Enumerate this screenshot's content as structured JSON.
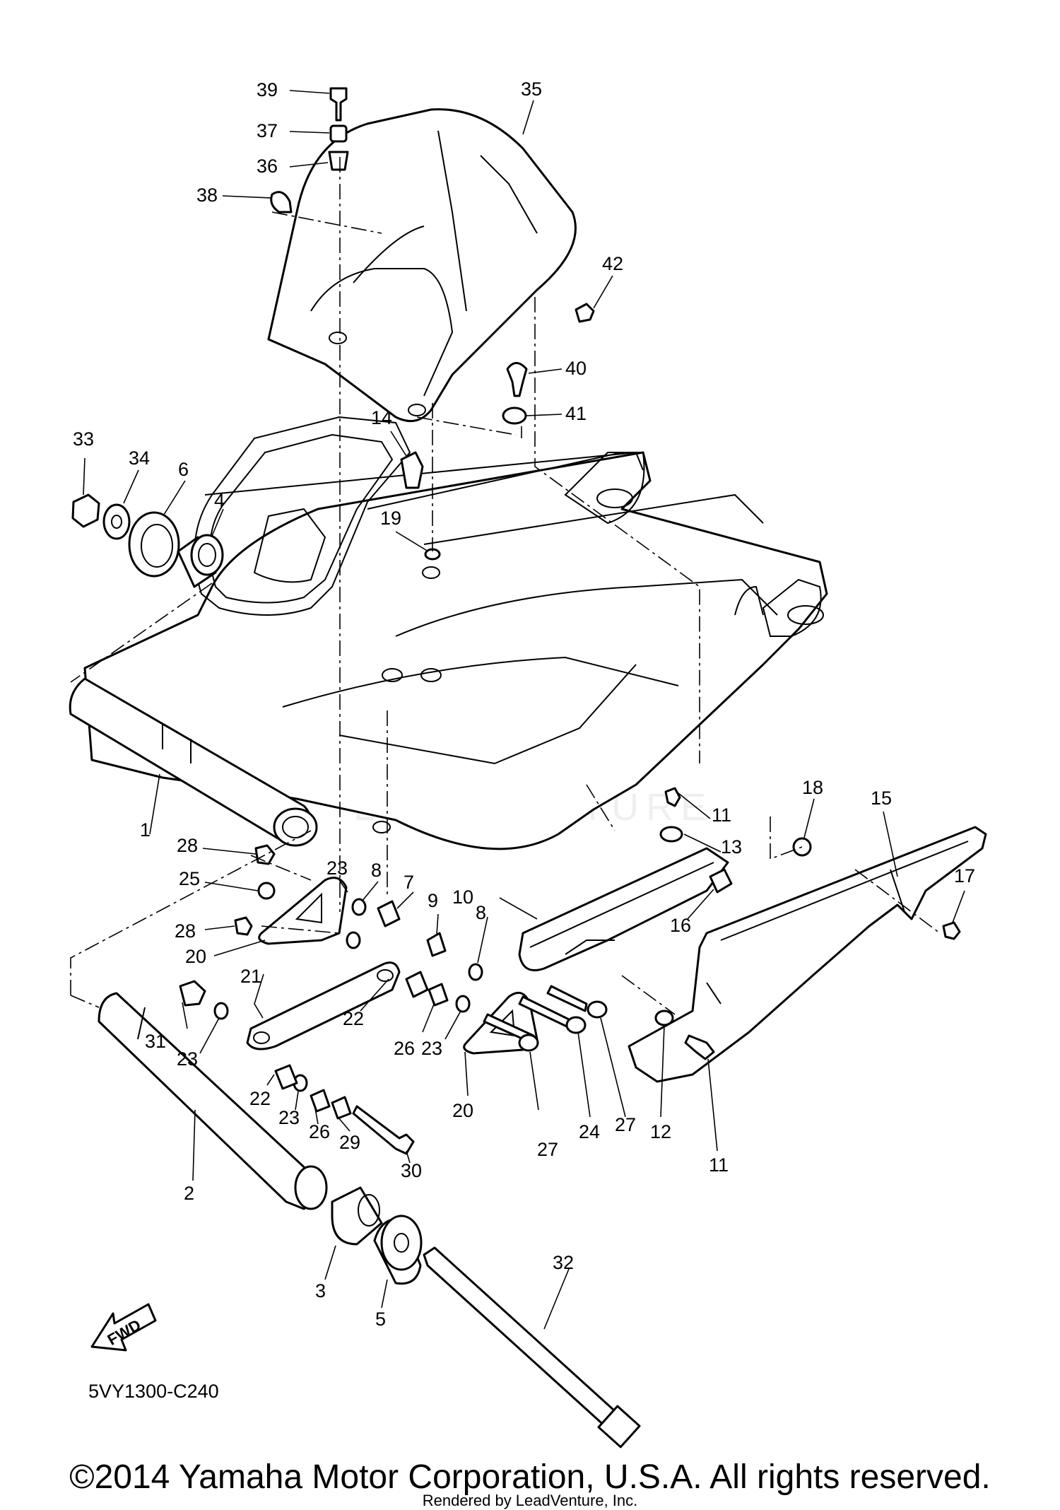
{
  "diagram_code": "5VY1300-C240",
  "fwd_label": "FWD",
  "watermark": "LEADVENTURE",
  "copyright": "©2014 Yamaha Motor Corporation, U.S.A. All rights reserved.",
  "rendered_by": "Rendered by LeadVenture, Inc.",
  "callouts": [
    {
      "id": "1",
      "label": "1"
    },
    {
      "id": "2",
      "label": "2"
    },
    {
      "id": "3",
      "label": "3"
    },
    {
      "id": "4",
      "label": "4"
    },
    {
      "id": "5",
      "label": "5"
    },
    {
      "id": "6",
      "label": "6"
    },
    {
      "id": "7",
      "label": "7"
    },
    {
      "id": "8a",
      "label": "8"
    },
    {
      "id": "8b",
      "label": "8"
    },
    {
      "id": "9",
      "label": "9"
    },
    {
      "id": "10",
      "label": "10"
    },
    {
      "id": "11a",
      "label": "11"
    },
    {
      "id": "11b",
      "label": "11"
    },
    {
      "id": "12",
      "label": "12"
    },
    {
      "id": "13",
      "label": "13"
    },
    {
      "id": "14",
      "label": "14"
    },
    {
      "id": "15",
      "label": "15"
    },
    {
      "id": "16",
      "label": "16"
    },
    {
      "id": "17",
      "label": "17"
    },
    {
      "id": "18",
      "label": "18"
    },
    {
      "id": "19",
      "label": "19"
    },
    {
      "id": "20a",
      "label": "20"
    },
    {
      "id": "20b",
      "label": "20"
    },
    {
      "id": "21",
      "label": "21"
    },
    {
      "id": "22a",
      "label": "22"
    },
    {
      "id": "22b",
      "label": "22"
    },
    {
      "id": "23a",
      "label": "23"
    },
    {
      "id": "23b",
      "label": "23"
    },
    {
      "id": "23c",
      "label": "23"
    },
    {
      "id": "23d",
      "label": "23"
    },
    {
      "id": "24",
      "label": "24"
    },
    {
      "id": "25",
      "label": "25"
    },
    {
      "id": "26a",
      "label": "26"
    },
    {
      "id": "26b",
      "label": "26"
    },
    {
      "id": "27a",
      "label": "27"
    },
    {
      "id": "27b",
      "label": "27"
    },
    {
      "id": "28a",
      "label": "28"
    },
    {
      "id": "28b",
      "label": "28"
    },
    {
      "id": "29",
      "label": "29"
    },
    {
      "id": "30",
      "label": "30"
    },
    {
      "id": "31",
      "label": "31"
    },
    {
      "id": "32",
      "label": "32"
    },
    {
      "id": "33",
      "label": "33"
    },
    {
      "id": "34",
      "label": "34"
    },
    {
      "id": "35",
      "label": "35"
    },
    {
      "id": "36",
      "label": "36"
    },
    {
      "id": "37",
      "label": "37"
    },
    {
      "id": "38",
      "label": "38"
    },
    {
      "id": "39",
      "label": "39"
    },
    {
      "id": "40",
      "label": "40"
    },
    {
      "id": "41",
      "label": "41"
    },
    {
      "id": "42",
      "label": "42"
    }
  ]
}
